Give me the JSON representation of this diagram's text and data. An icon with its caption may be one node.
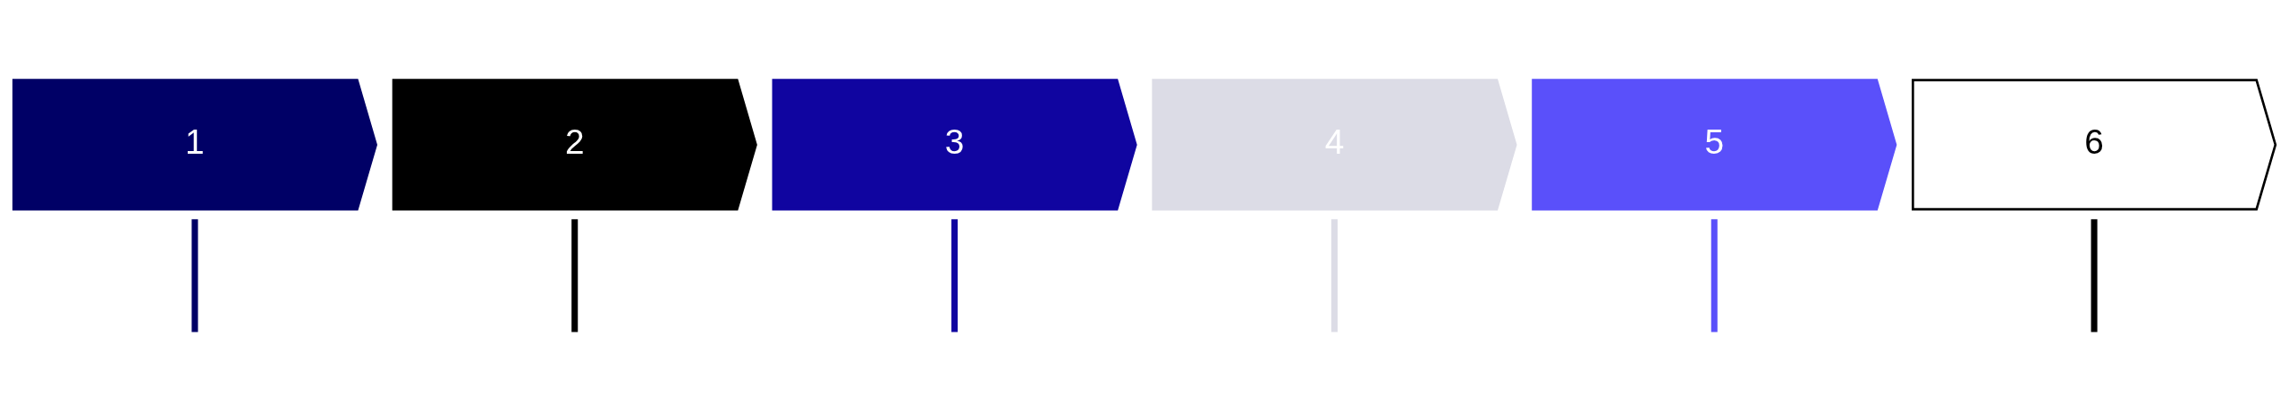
{
  "diagram": {
    "nodes": [
      {
        "text": [
          "1"
        ]
      },
      {
        "text": [
          "2"
        ]
      },
      {
        "text": [
          "3"
        ]
      },
      {
        "text": [
          "4"
        ]
      },
      {
        "text": [
          "5"
        ]
      },
      {
        "text": [
          "6"
        ]
      }
    ],
    "edges": [
      {
        "from": 0,
        "to": null,
        "arrow": "none",
        "color": "#000066"
      },
      {
        "from": 1,
        "to": null,
        "arrow": "none",
        "color": "#000000"
      },
      {
        "from": 2,
        "to": null,
        "arrow": "none",
        "color": "#1005a0"
      },
      {
        "from": 3,
        "to": null,
        "arrow": "none",
        "color": "#dcdce6"
      },
      {
        "from": 4,
        "to": null,
        "arrow": "none",
        "color": "#5a50fa"
      },
      {
        "from": 5,
        "to": null,
        "arrow": "none",
        "color": "#000000"
      }
    ]
  }
}
